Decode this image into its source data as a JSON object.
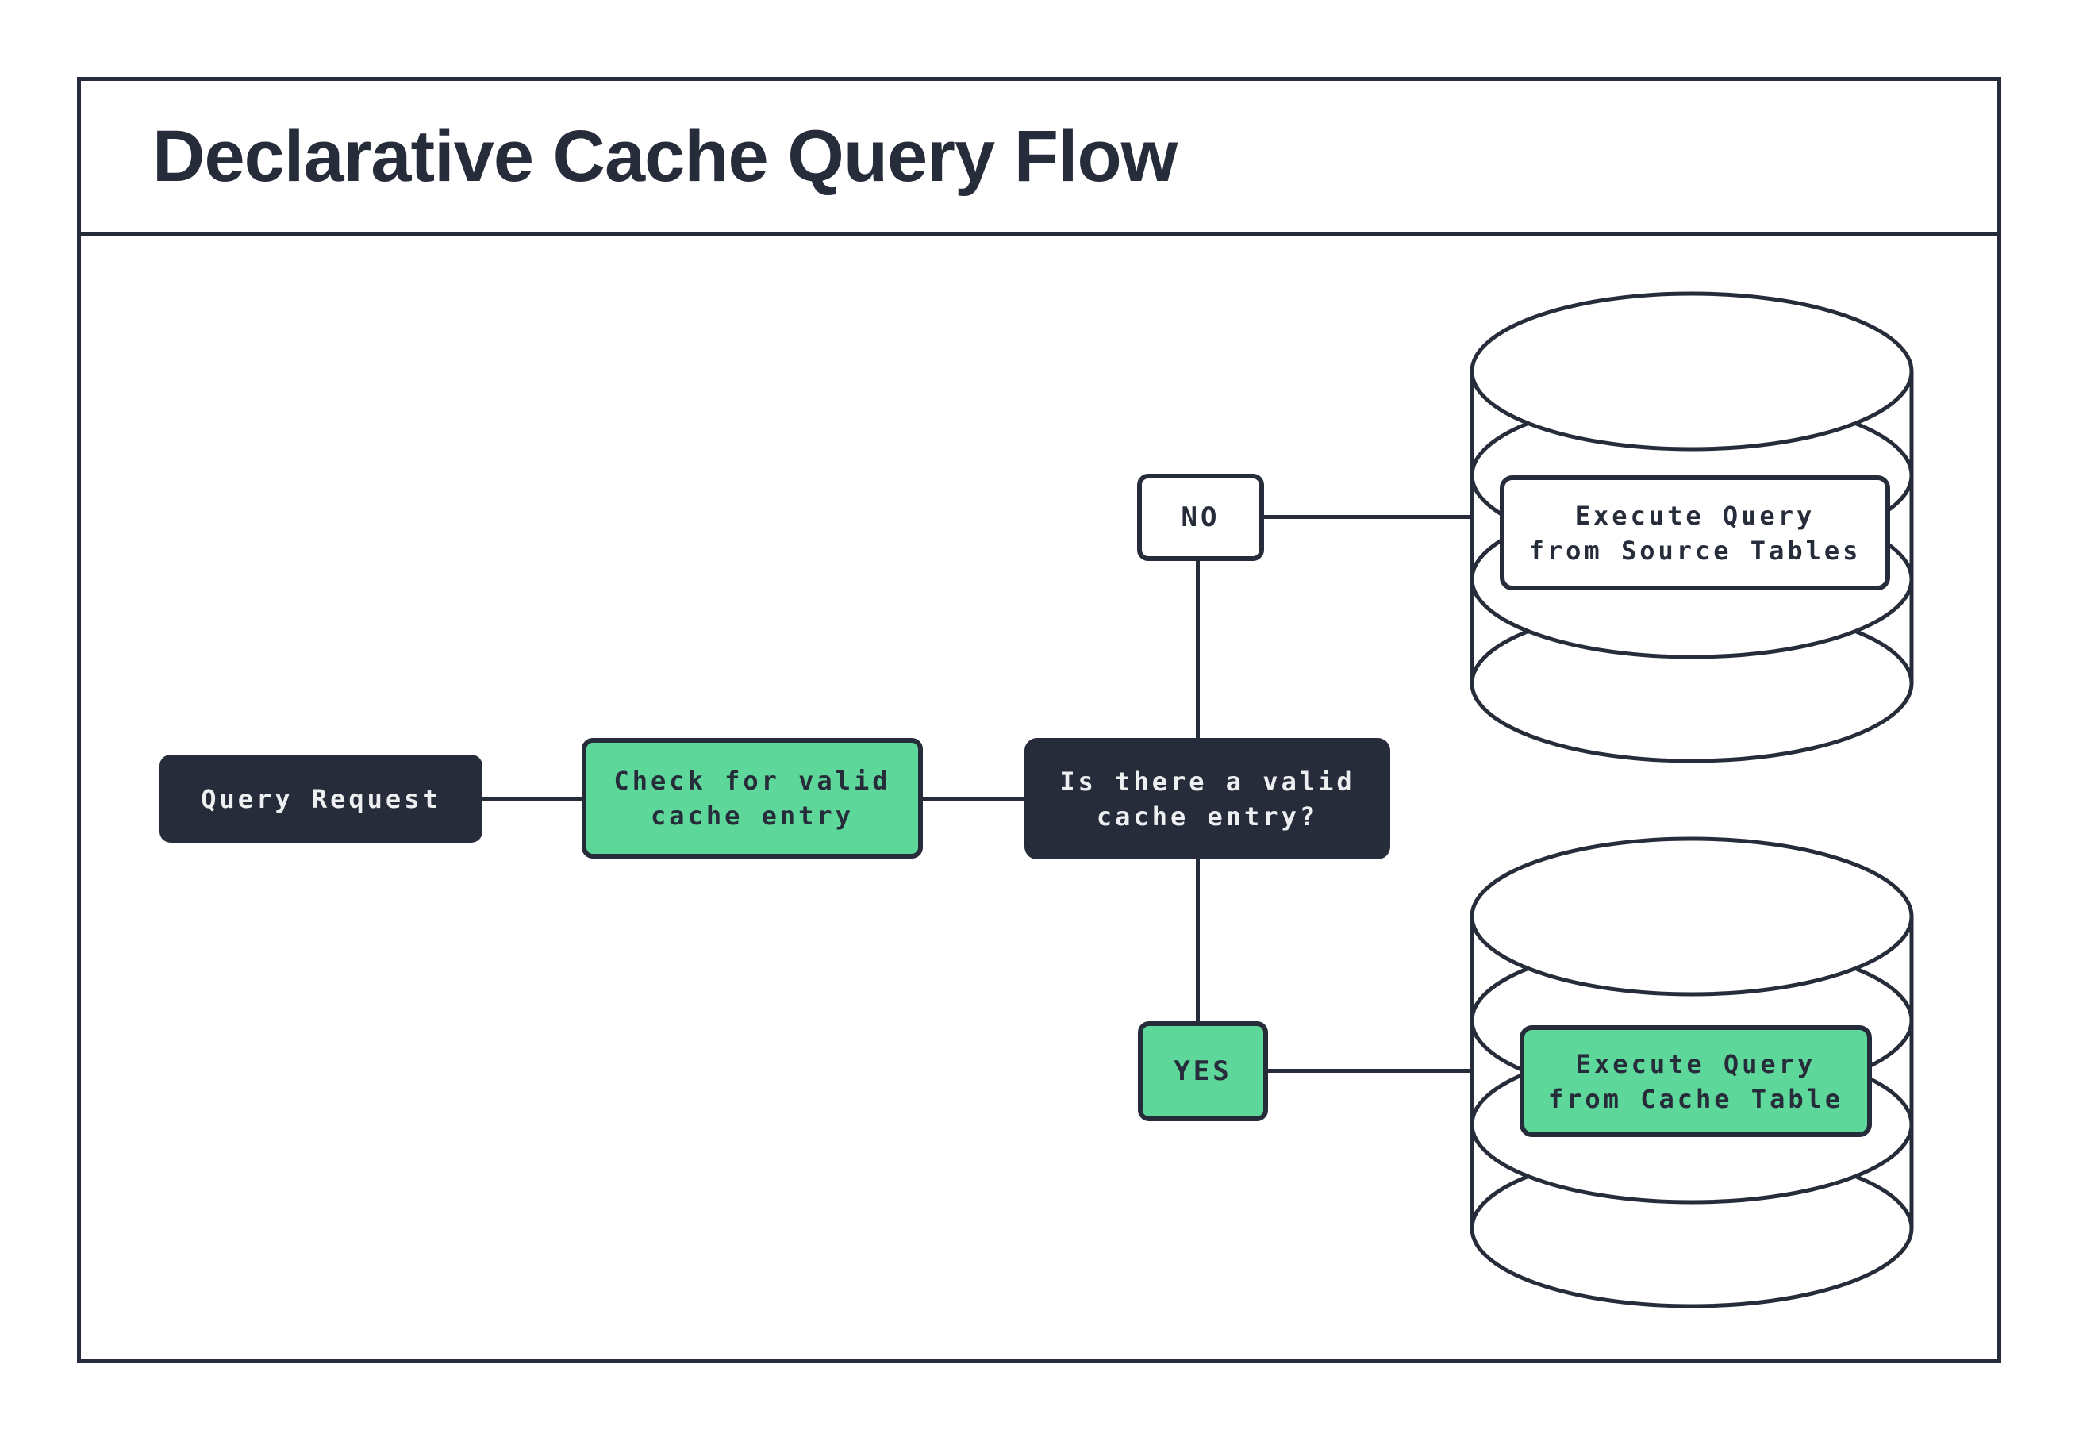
{
  "header": {
    "title": "Declarative Cache Query Flow"
  },
  "colors": {
    "dark_navy": "#272c3b",
    "mint_green": "#5ed89a",
    "background": "#ffffff",
    "light_node_text": "#edeff1"
  },
  "nodes": {
    "query_request": {
      "label": "Query Request"
    },
    "check_cache": {
      "label": "Check for valid\ncache entry"
    },
    "decision": {
      "label": "Is there a valid\ncache entry?"
    },
    "branch_no": {
      "label": "NO"
    },
    "branch_yes": {
      "label": "YES"
    },
    "source_db": {
      "icon": "database-cylinder-icon",
      "label": "Execute Query\nfrom Source Tables"
    },
    "cache_db": {
      "icon": "database-cylinder-icon",
      "label": "Execute Query\nfrom Cache Table"
    }
  }
}
